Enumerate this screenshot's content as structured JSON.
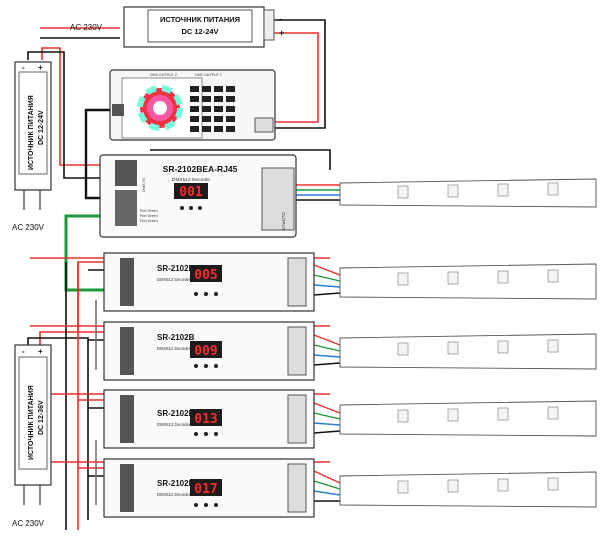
{
  "top_psu": {
    "ac_label": "AC 230V",
    "title": "ИСТОЧНИК ПИТАНИЯ",
    "subtitle": "DC 12-24V",
    "minus": "-",
    "plus": "+"
  },
  "left_psu_1": {
    "title": "ИСТОЧНИК ПИТАНИЯ",
    "subtitle": "DC 12-24V",
    "ac_label": "AC 230V",
    "minus": "-",
    "plus": "+"
  },
  "left_psu_2": {
    "title": "ИСТОЧНИК ПИТАНИЯ",
    "subtitle": "DC 12-36V",
    "ac_label": "AC 230V",
    "minus": "-",
    "plus": "+"
  },
  "controller": {
    "label_dmx1": "DMX OUTPUT 1",
    "label_dmx2": "DMX OUTPUT 2"
  },
  "main_decoder": {
    "model": "SR-2102BEA-RJ45",
    "subtitle": "DMX512 Decoder",
    "address": "001",
    "output_label": "OUTPUT",
    "dmx_in_label": "DMX IN",
    "port_labels": [
      "Port Green",
      "Port Green",
      "Port Green"
    ]
  },
  "decoders": [
    {
      "model": "SR-2102B",
      "subtitle": "DMX512 Decoder",
      "address": "005"
    },
    {
      "model": "SR-2102B",
      "subtitle": "DMX512 Decoder",
      "address": "009"
    },
    {
      "model": "SR-2102B",
      "subtitle": "DMX512 Decoder",
      "address": "013"
    },
    {
      "model": "SR-2102B",
      "subtitle": "DMX512 Decoder",
      "address": "017"
    }
  ],
  "colors": {
    "red_wire": "#e8312c",
    "black_wire": "#111111",
    "green_wire": "#1a9a3a",
    "blue_wire": "#2a7fd4",
    "display_bg": "#1c1c1c",
    "display_digits": "#ff2a2a"
  }
}
